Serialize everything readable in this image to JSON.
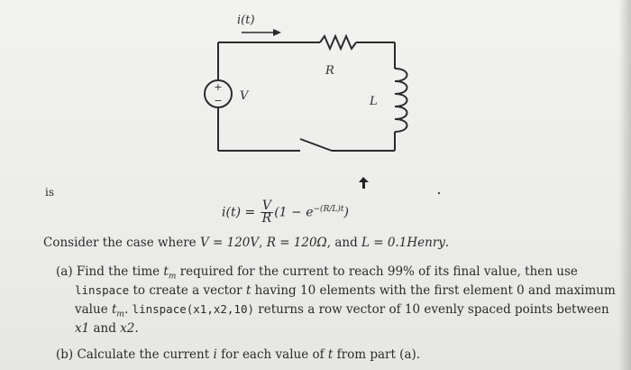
{
  "circuit": {
    "current_label": "i(t)",
    "resistor_label": "R",
    "inductor_label": "L",
    "source_label": "V",
    "source_plus": "+",
    "source_minus": "−"
  },
  "problem": {
    "intro_word": "is",
    "formula": {
      "lhs": "i(t) =",
      "frac_num": "V",
      "frac_den": "R",
      "rhs_open": "(1 − e",
      "exponent": "−(R/L)t",
      "rhs_close": ")"
    },
    "consider": {
      "text_a": "Consider the case where ",
      "v_eq": "V = 120V",
      "sep1": ", ",
      "r_eq": "R = 120Ω",
      "sep2": ", and ",
      "l_eq": "L = 0.1Henry",
      "end": "."
    },
    "part_a": {
      "line1_a": "(a) Find the time ",
      "line1_tm": "t",
      "line1_tm_sub": "m",
      "line1_b": " required for the current to reach 99% of its final value, then use",
      "line2_code": "linspace",
      "line2_a": " to create a vector ",
      "line2_t": "t",
      "line2_b": " having 10 elements with the first element 0 and maximum",
      "line3_a": "value ",
      "line3_tm": "t",
      "line3_tm_sub": "m",
      "line3_b": ". ",
      "line3_code": "linspace(x1,x2,10)",
      "line3_c": " returns a row vector of 10 evenly spaced points between",
      "line4_x1": "x1",
      "line4_a": " and ",
      "line4_x2": "x2",
      "line4_b": "."
    },
    "part_b": {
      "text_a": "(b) Calculate the current ",
      "i": "i",
      "text_b": " for each value of ",
      "t": "t",
      "text_c": " from part (a)."
    }
  }
}
